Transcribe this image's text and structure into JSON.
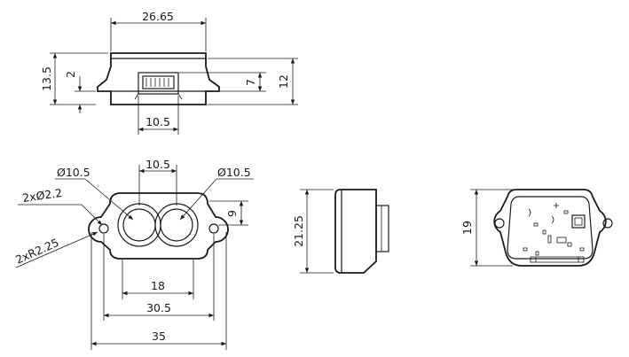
{
  "dimensions": {
    "top_width": "26.65",
    "top_total_height": "13.5",
    "top_base_height": "2",
    "top_connector_height": "7",
    "top_height_right": "12",
    "top_connector_width": "10.5",
    "front_lens_spacing": "10.5",
    "front_lens_left_dia": "Ø10.5",
    "front_lens_right_dia": "Ø10.5",
    "front_holes": "2xØ2.2",
    "front_radius": "2xR2.25",
    "front_lens_height": "9",
    "front_inner_width": "18",
    "front_hole_spacing": "30.5",
    "front_total_width": "35",
    "side_height": "21.25",
    "back_height": "19"
  }
}
